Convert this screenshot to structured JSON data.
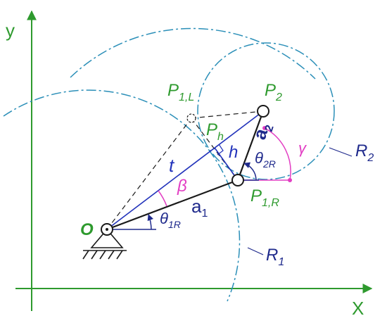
{
  "colors": {
    "axis": "#2e9a2e",
    "circle": "#2b8fb8",
    "link": "#1a1a1a",
    "vector": "#2233bb",
    "angle": "#e23ec3",
    "point_label": "#2e9a2e",
    "symbol": "#1f2a8c"
  },
  "axes": {
    "x_label": "X",
    "y_label": "y"
  },
  "points": {
    "origin": "O",
    "p1l_main": "P",
    "p1l_sub": "1,L",
    "p2_main": "P",
    "p2_sub": "2",
    "ph_main": "P",
    "ph_sub": "h",
    "p1r_main": "P",
    "p1r_sub": "1,R"
  },
  "symbols": {
    "t": "t",
    "h": "h",
    "a1_main": "a",
    "a1_sub": "1",
    "a2_main": "a",
    "a2_sub": "2",
    "beta": "β",
    "gamma": "γ",
    "theta1r_main": "θ",
    "theta1r_sub": "1R",
    "theta2r_main": "θ",
    "theta2r_sub": "2R"
  },
  "radii": {
    "r1_main": "R",
    "r1_sub": "1",
    "r2_main": "R",
    "r2_sub": "2"
  }
}
